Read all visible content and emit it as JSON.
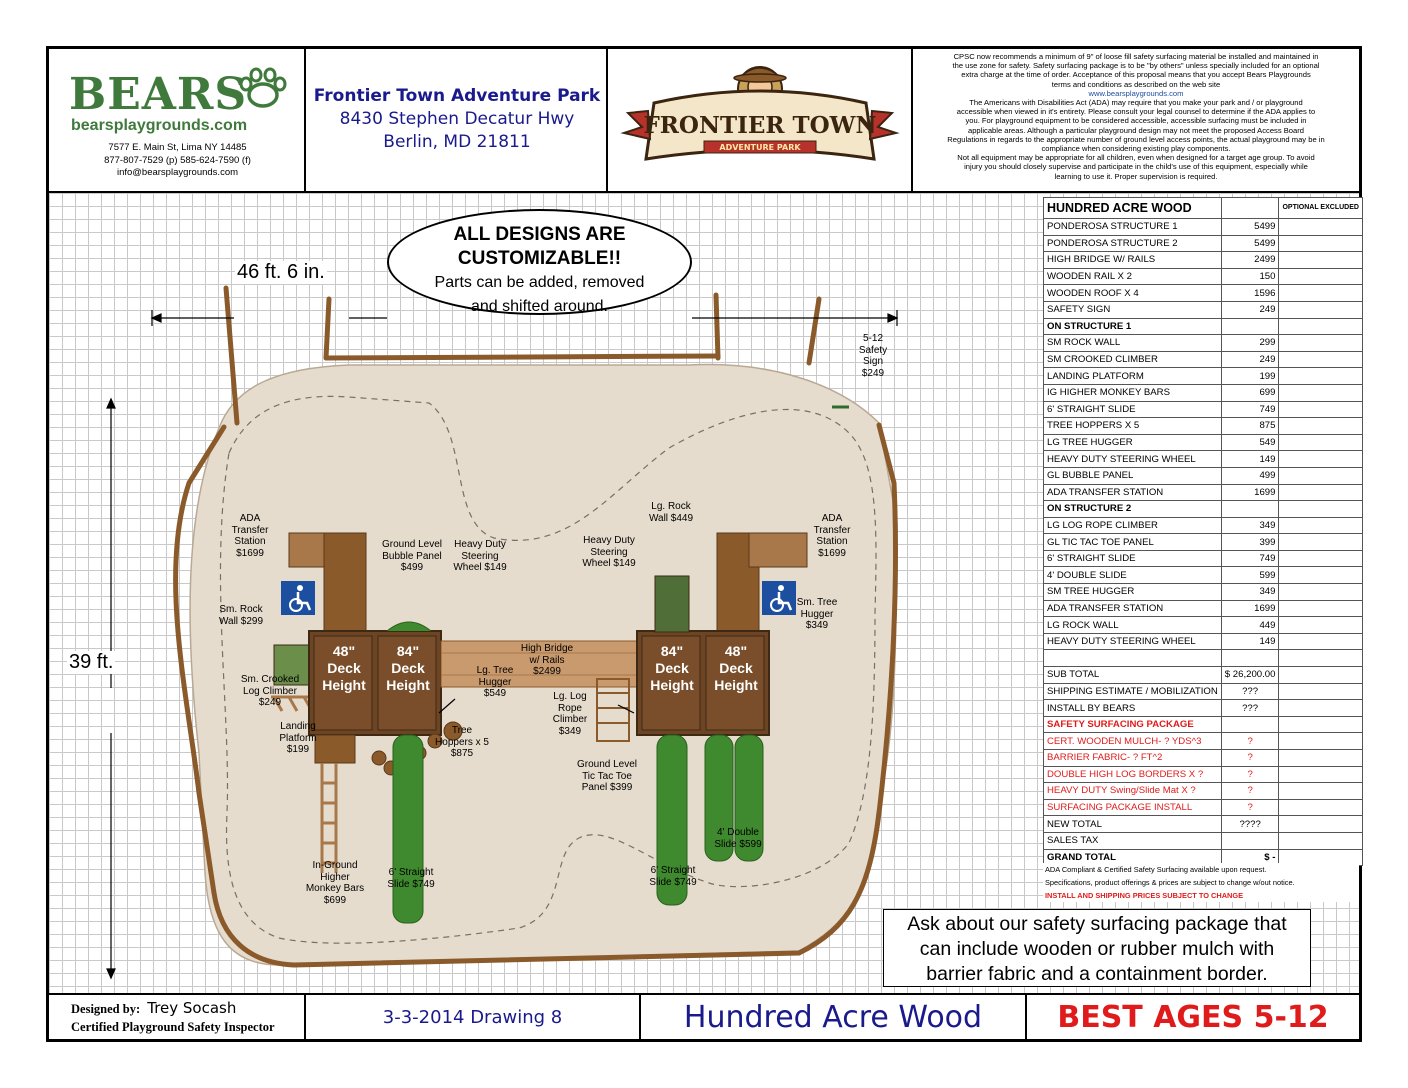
{
  "brand": {
    "name": "BEARS",
    "website": "bearsplaygrounds.com",
    "address": "7577 E. Main St, Lima NY 14485",
    "phones": "877-807-7529 (p) 585-624-7590 (f)",
    "email": "info@bearsplaygrounds.com",
    "green": "#3f7a3c"
  },
  "park": {
    "name": "Frontier Town Adventure Park",
    "street": "8430 Stephen Decatur Hwy",
    "city": "Berlin, MD 21811",
    "logo_title": "FRONTIER TOWN",
    "logo_subtitle": "ADVENTURE PARK"
  },
  "notice": {
    "l1": "CPSC now recommends a minimum of 9\" of loose fill safety surfacing material be installed and maintained in",
    "l2": "the use zone for safety. Safety surfacing package is to be \"by others\" unless specially included for an optional",
    "l3": "extra charge at the time of order. Acceptance of this proposal means that you accept Bears Playgrounds",
    "l4": "terms and conditions as described on the web site",
    "link": "www.bearsplaygrounds.com",
    "l5": "The Americans with Disabilities Act (ADA) may require that you make your park and / or playground",
    "l6": "accessible when viewed in it's entirety. Please consult your legal counsel to determine if the ADA applies to",
    "l7": "you. For playground equipment to be considered accessible, accessible surfacing must be included in",
    "l8": "applicable areas. Although a particular playground design may not meet the proposed Access Board",
    "l9": "Regulations in regards to the appropriate number of ground level access points, the actual playground may be in",
    "l10": "compliance when considering existing play components.",
    "l11": "Not all equipment may be appropriate for all children, even when designed for a target age group. To avoid",
    "l12": "injury you should closely supervise and participate in the child's use of this equipment, especially while",
    "l13": "learning to use it. Proper supervision is required."
  },
  "plan": {
    "callout_title_1": "ALL DESIGNS ARE",
    "callout_title_2": "CUSTOMIZABLE!!",
    "callout_body_1": "Parts can be added, removed",
    "callout_body_2": "and shifted around.",
    "width_dim": "46 ft. 6 in.",
    "height_dim": "39 ft.",
    "deck_left_low": [
      "48\"",
      "Deck",
      "Height"
    ],
    "deck_left_high": [
      "84\"",
      "Deck",
      "Height"
    ],
    "deck_right_high": [
      "84\"",
      "Deck",
      "Height"
    ],
    "deck_right_low": [
      "48\"",
      "Deck",
      "Height"
    ],
    "labels": {
      "safety_sign": [
        "5-12",
        "Safety",
        "Sign",
        "$249"
      ],
      "ada_left": [
        "ADA",
        "Transfer",
        "Station",
        "$1699"
      ],
      "ada_right": [
        "ADA",
        "Transfer",
        "Station",
        "$1699"
      ],
      "bubble": [
        "Ground Level",
        "Bubble Panel",
        "$499"
      ],
      "wheel_left": [
        "Heavy Duty",
        "Steering",
        "Wheel $149"
      ],
      "wheel_right": [
        "Heavy Duty",
        "Steering",
        "Wheel $149"
      ],
      "lg_rock": [
        "Lg. Rock",
        "Wall $449"
      ],
      "sm_rock": [
        "Sm. Rock",
        "Wall $299"
      ],
      "sm_tree_hugger": [
        "Sm. Tree",
        "Hugger",
        "$349"
      ],
      "crooked": [
        "Sm. Crooked",
        "Log Climber",
        "$249"
      ],
      "landing": [
        "Landing",
        "Platform",
        "$199"
      ],
      "high_bridge": [
        "High Bridge",
        "w/ Rails",
        "$2499"
      ],
      "lg_tree_hugger": [
        "Lg. Tree",
        "Hugger",
        "$549"
      ],
      "log_rope": [
        "Lg. Log",
        "Rope",
        "Climber",
        "$349"
      ],
      "tree_hoppers": [
        "Tree",
        "Hoppers x 5",
        "$875"
      ],
      "tic_tac": [
        "Ground Level",
        "Tic Tac Toe",
        "Panel $399"
      ],
      "monkey_bars": [
        "In-Ground",
        "Higher",
        "Monkey Bars",
        "$699"
      ],
      "slide_left": [
        "6' Straight",
        "Slide $749"
      ],
      "slide_right": [
        "6' Straight",
        "Slide $749"
      ],
      "double_slide": [
        "4' Double",
        "Slide $599"
      ]
    }
  },
  "price_table": {
    "title": "HUNDRED ACRE WOOD",
    "optional_header": "OPTIONAL EXCLUDED",
    "items": [
      {
        "name": "PONDEROSA STRUCTURE 1",
        "value": "5499"
      },
      {
        "name": "PONDEROSA STRUCTURE 2",
        "value": "5499"
      },
      {
        "name": "HIGH BRIDGE W/ RAILS",
        "value": "2499"
      },
      {
        "name": "WOODEN RAIL X 2",
        "value": "150"
      },
      {
        "name": "WOODEN ROOF X 4",
        "value": "1596"
      },
      {
        "name": "SAFETY SIGN",
        "value": "249"
      },
      {
        "name": "ON STRUCTURE 1",
        "value": "",
        "section": true
      },
      {
        "name": "SM ROCK WALL",
        "value": "299"
      },
      {
        "name": "SM CROOKED CLIMBER",
        "value": "249"
      },
      {
        "name": "LANDING PLATFORM",
        "value": "199"
      },
      {
        "name": "IG HIGHER MONKEY BARS",
        "value": "699"
      },
      {
        "name": "6' STRAIGHT SLIDE",
        "value": "749"
      },
      {
        "name": "TREE HOPPERS X 5",
        "value": "875"
      },
      {
        "name": "LG TREE HUGGER",
        "value": "549"
      },
      {
        "name": "HEAVY DUTY STEERING WHEEL",
        "value": "149"
      },
      {
        "name": "GL BUBBLE PANEL",
        "value": "499"
      },
      {
        "name": "ADA TRANSFER STATION",
        "value": "1699"
      },
      {
        "name": "ON STRUCTURE 2",
        "value": "",
        "section": true
      },
      {
        "name": "LG LOG ROPE CLIMBER",
        "value": "349"
      },
      {
        "name": "GL TIC TAC TOE PANEL",
        "value": "399"
      },
      {
        "name": "6' STRAIGHT SLIDE",
        "value": "749"
      },
      {
        "name": "4' DOUBLE SLIDE",
        "value": "599"
      },
      {
        "name": "SM TREE HUGGER",
        "value": "349"
      },
      {
        "name": "ADA TRANSFER STATION",
        "value": "1699"
      },
      {
        "name": "LG ROCK WALL",
        "value": "449"
      },
      {
        "name": "HEAVY DUTY STEERING WHEEL",
        "value": "149"
      }
    ],
    "subtotal_label": "SUB TOTAL",
    "subtotal_value": "$   26,200.00",
    "shipping_label": "SHIPPING ESTIMATE / MOBILIZATION",
    "shipping_value": "???",
    "install_label": "INSTALL BY BEARS",
    "install_value": "???",
    "surf_header": "SAFETY SURFACING PACKAGE",
    "surf_items": [
      {
        "name": "CERT. WOODEN MULCH- ? YDS^3",
        "value": "?"
      },
      {
        "name": "BARRIER FABRIC- ? FT^2",
        "value": "?"
      },
      {
        "name": "DOUBLE HIGH LOG BORDERS X ?",
        "value": "?"
      },
      {
        "name": "HEAVY DUTY Swing/Slide Mat X ?",
        "value": "?"
      },
      {
        "name": "SURFACING PACKAGE INSTALL",
        "value": "?"
      }
    ],
    "new_total_label": "NEW TOTAL",
    "new_total_value": "????",
    "sales_tax_label": "SALES TAX",
    "grand_total_label": "GRAND TOTAL",
    "grand_total_value": "$           -",
    "note1": "ADA Compliant & Certified Safety Surfacing available upon request.",
    "note2": "Specifications, product offerings & prices are subject to change w/out notice.",
    "note3": "INSTALL AND SHIPPING PRICES SUBJECT TO CHANGE"
  },
  "surfacing_box": {
    "l1": "Ask about our safety surfacing package that",
    "l2": "can include wooden or rubber mulch with",
    "l3": "barrier fabric and a containment border."
  },
  "footer": {
    "designed_by_label": "Designed by:",
    "designer": "Trey Socash",
    "credential": "Certified Playground Safety Inspector",
    "drawing": "3-3-2014 Drawing 8",
    "design_name": "Hundred Acre Wood",
    "ages": "BEST AGES 5-12"
  },
  "colors": {
    "wood": "#8b5a2b",
    "wood_light": "#a9784a",
    "deck": "#6e4524",
    "slide": "#3f8a2e",
    "surface": "#e6dccd",
    "ada_blue": "#1d4fa0",
    "title_blue": "#1a1a8c",
    "red": "#e01b1b"
  }
}
